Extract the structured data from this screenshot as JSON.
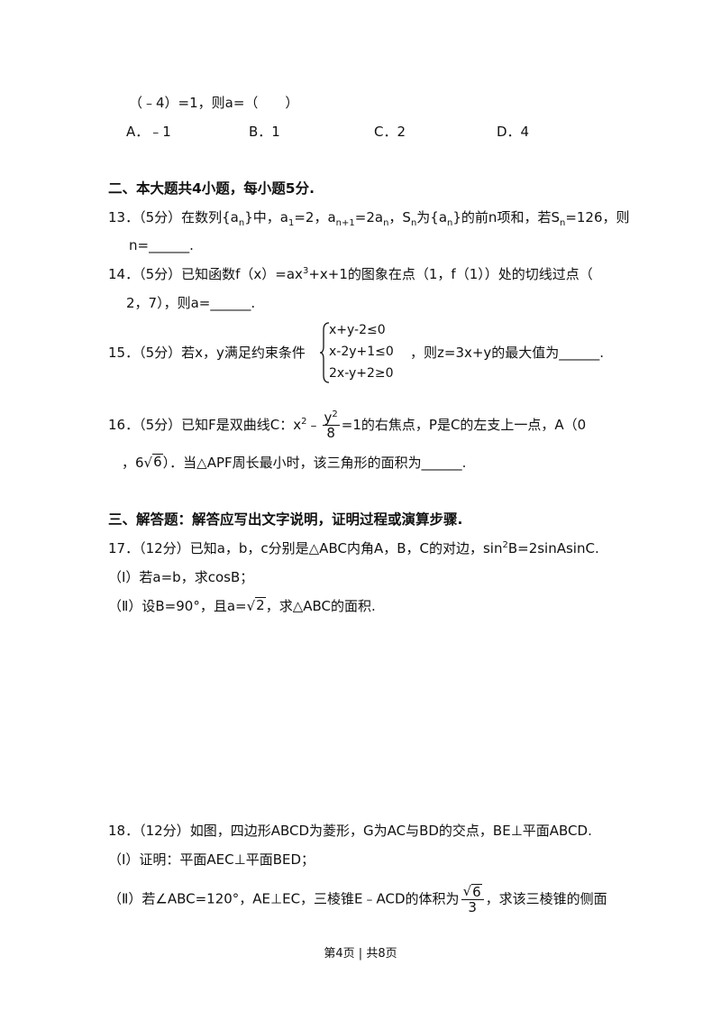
{
  "q12_tail": {
    "stem": "（﹣4）=1，则a=（　　）",
    "options": [
      "A．﹣1",
      "B．1",
      "C．2",
      "D．4"
    ]
  },
  "section2": {
    "title": "二、本大题共4小题，每小题5分."
  },
  "q13": {
    "num": "13．",
    "score": "（5分）",
    "t1": "在数列{a",
    "t1_sub": "n",
    "t2": "}中，a",
    "t2_sub": "1",
    "t3": "=2，a",
    "t3_sub": "n+1",
    "t4": "=2a",
    "t4_sub": "n",
    "t5": "，S",
    "t5_sub": "n",
    "t6": "为{a",
    "t6_sub": "n",
    "t7": "}的前n项和，若S",
    "t7_sub": "n",
    "t8": "=126，则",
    "line2": "n=______."
  },
  "q14": {
    "num": "14．",
    "score": "（5分）",
    "t1": "已知函数f（x）=ax",
    "t1_sup": "3",
    "t2": "+x+1的图象在点（1，f（1））处的切线过点（",
    "line2": "2，7），则a=______."
  },
  "q15": {
    "num": "15．",
    "score": "（5分）",
    "t1": "若x，y满足约束条件",
    "constraints": [
      "x+y-2≤0",
      "x-2y+1≤0",
      "2x-y+2≥0"
    ],
    "t2": "，则z=3x+y的最大值为______."
  },
  "q16": {
    "num": "16．",
    "score": "（5分）",
    "t1": "已知F是双曲线C：x",
    "t1_sup": "2",
    "t2": "﹣",
    "frac_num": "y",
    "frac_num_sup": "2",
    "frac_den": "8",
    "t3": "=1的右焦点，P是C的左支上一点，A（0",
    "l2a": "，6",
    "l2_sqrt": "6",
    "l2b": "）．当△APF周长最小时，该三角形的面积为______."
  },
  "section3": {
    "title": "三、解答题：解答应写出文字说明，证明过程或演算步骤."
  },
  "q17": {
    "num": "17．",
    "score": "（12分）",
    "t1": "已知a，b，c分别是△ABC内角A，B，C的对边，sin",
    "t1_sup": "2",
    "t2": "B=2sinAsinC.",
    "p1": "（Ⅰ）若a=b，求cosB；",
    "p2a": "（Ⅱ）设B=90°，且a=",
    "p2_sqrt": "2",
    "p2b": "，求△ABC的面积."
  },
  "q18": {
    "num": "18．",
    "score": "（12分）",
    "t1": "如图，四边形ABCD为菱形，G为AC与BD的交点，BE⊥平面ABCD.",
    "p1": "（Ⅰ）证明：平面AEC⊥平面BED；",
    "p2a": "（Ⅱ）若∠ABC=120°，AE⊥EC，三棱锥E﹣ACD的体积为",
    "p2_frac_num_sqrt": "6",
    "p2_frac_den": "3",
    "p2b": "，求该三棱锥的侧面"
  },
  "footer": {
    "text": "第4页 | 共8页"
  }
}
